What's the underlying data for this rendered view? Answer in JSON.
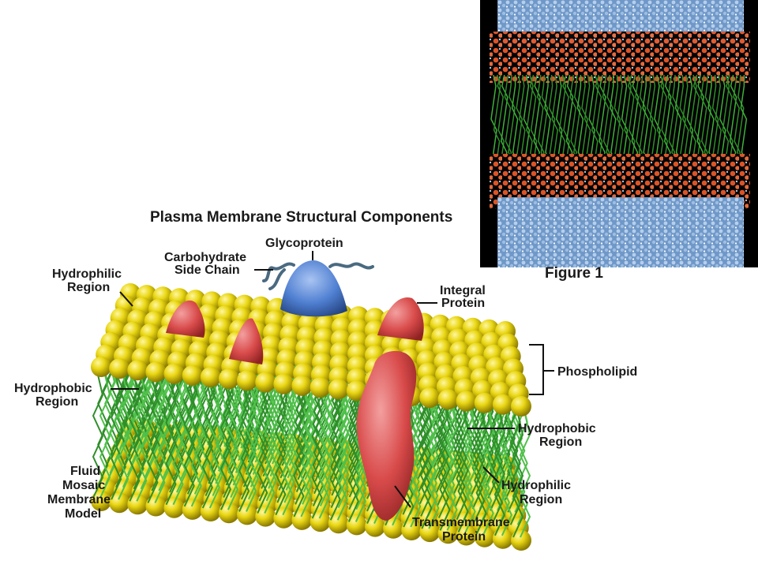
{
  "diagram": {
    "title": "Plasma Membrane Structural Components",
    "figure_label": "Figure 1",
    "labels": {
      "glycoprotein": "Glycoprotein",
      "carbohydrate_1": "Carbohydrate",
      "carbohydrate_2": "Side Chain",
      "hydrophilic_top_1": "Hydrophilic",
      "hydrophilic_top_2": "Region",
      "integral_1": "Integral",
      "integral_2": "Protein",
      "phospholipid": "Phospholipid",
      "hydrophobic_left_1": "Hydrophobic",
      "hydrophobic_left_2": "Region",
      "hydrophobic_right_1": "Hydrophobic",
      "hydrophobic_right_2": "Region",
      "model_1": "Fluid",
      "model_2": "Mosaic",
      "model_3": "Membrane",
      "model_4": "Model",
      "hydrophilic_bottom_1": "Hydrophilic",
      "hydrophilic_bottom_2": "Region",
      "transmembrane_1": "Transmembrane",
      "transmembrane_2": "Protein"
    },
    "colors": {
      "head": "#e9d613",
      "head_dark": "#a08f00",
      "tail": "#3fa83a",
      "protein": "#d94b4b",
      "glycoprotein": "#4f7fd1",
      "md_water": "#7fa9d6",
      "md_head": "#e5582a",
      "md_tail": "#2f8f2a"
    }
  }
}
